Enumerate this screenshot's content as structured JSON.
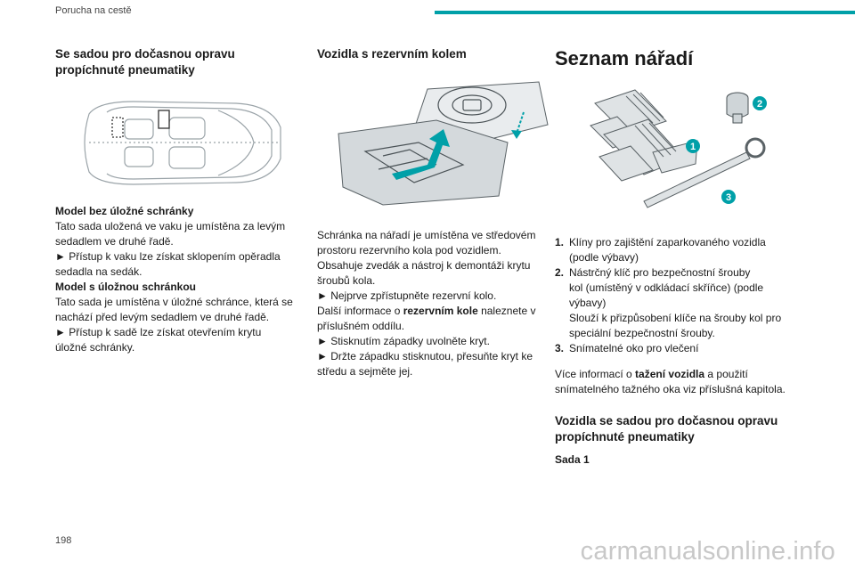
{
  "header": {
    "section": "Porucha na cestě",
    "accent": "#00a0a8"
  },
  "page_number": "198",
  "watermark": "carmanualsonline.info",
  "col1": {
    "title": "Se sadou pro dočasnou opravu propíchnuté pneumatiky",
    "image_icon": "car-top-view-icon",
    "model1_title": "Model bez úložné schránky",
    "model1_text": "Tato sada uložená ve vaku je umístěna za levým sedadlem ve druhé řadě.",
    "model1_step": "► Přístup k vaku lze získat sklopením opěradla sedadla na sedák.",
    "model2_title": "Model s úložnou schránkou",
    "model2_text": "Tato sada je umístěna v úložné schránce, která se nachází před levým sedadlem ve druhé řadě.",
    "model2_step": "► Přístup k sadě lze získat otevřením krytu úložné schránky."
  },
  "col2": {
    "title": "Vozidla s rezervním kolem",
    "image_icon": "spare-wheel-compartment-icon",
    "p1": "Schránka na nářadí je umístěna ve středovém prostoru rezervního kola pod vozidlem.",
    "p2": "Obsahuje zvedák a nástroj k demontáži krytu šroubů kola.",
    "step1": "► Nejprve zpřístupněte rezervní kolo.",
    "p3_pre": "Další informace o ",
    "p3_bold": "rezervním kole",
    "p3_post": " naleznete v příslušném oddílu.",
    "step2": "► Stisknutím západky uvolněte kryt.",
    "step3": "► Držte západku stisknutou, přesuňte kryt ke středu a sejměte jej."
  },
  "col3": {
    "title": "Seznam nářadí",
    "image_icon": "tools-list-icon",
    "badges": [
      "1",
      "2",
      "3"
    ],
    "items": [
      {
        "num": "1.",
        "lines": [
          "Klíny pro zajištění zaparkovaného vozidla",
          "(podle výbavy)"
        ]
      },
      {
        "num": "2.",
        "lines": [
          "Nástrčný klíč pro bezpečnostní šrouby",
          "kol (umístěný v odkládací skříňce) (podle",
          "výbavy)",
          "Slouží k přizpůsobení klíče na šrouby kol pro",
          "speciální bezpečnostní šrouby."
        ]
      },
      {
        "num": "3.",
        "lines": [
          "Snímatelné oko pro vlečení"
        ]
      }
    ],
    "info_pre": "Více informací o ",
    "info_bold": "tažení vozidla",
    "info_post": " a použití snímatelného tažného oka viz příslušná kapitola.",
    "subtitle": "Vozidla se sadou pro dočasnou opravu propíchnuté pneumatiky",
    "kit": "Sada 1"
  }
}
